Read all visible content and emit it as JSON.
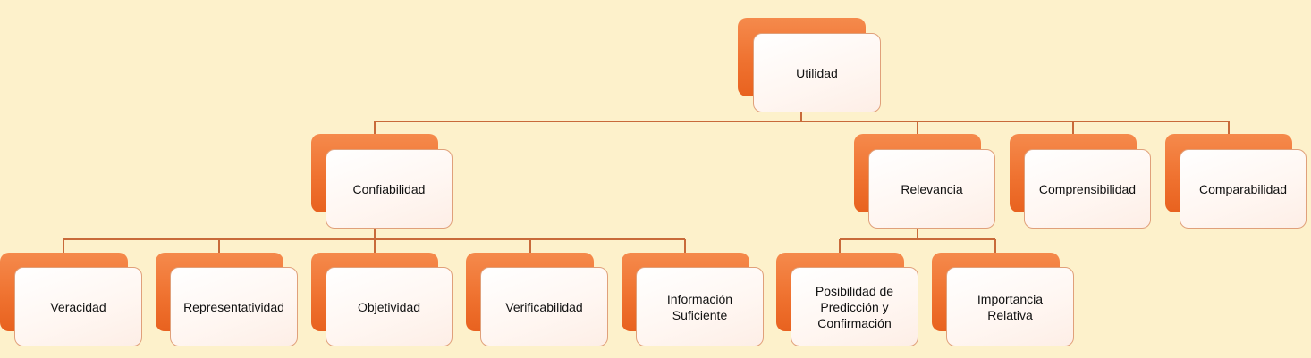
{
  "colors": {
    "background": "#fdf1cb",
    "connector": "#c86a3a",
    "shadow": "#ef7230",
    "card_border": "#e0a07a"
  },
  "nodes": {
    "utilidad": "Utilidad",
    "confiabilidad": "Confiabilidad",
    "relevancia": "Relevancia",
    "comprensibilidad": "Comprensibilidad",
    "comparabilidad": "Comparabilidad",
    "veracidad": "Veracidad",
    "representatividad": "Representatividad",
    "objetividad": "Objetividad",
    "verificabilidad": "Verificabilidad",
    "informacion_suficiente": "Información\nSuficiente",
    "posibilidad": "Posibilidad de\nPredicción y\nConfirmación",
    "importancia": "Importancia\nRelativa"
  }
}
